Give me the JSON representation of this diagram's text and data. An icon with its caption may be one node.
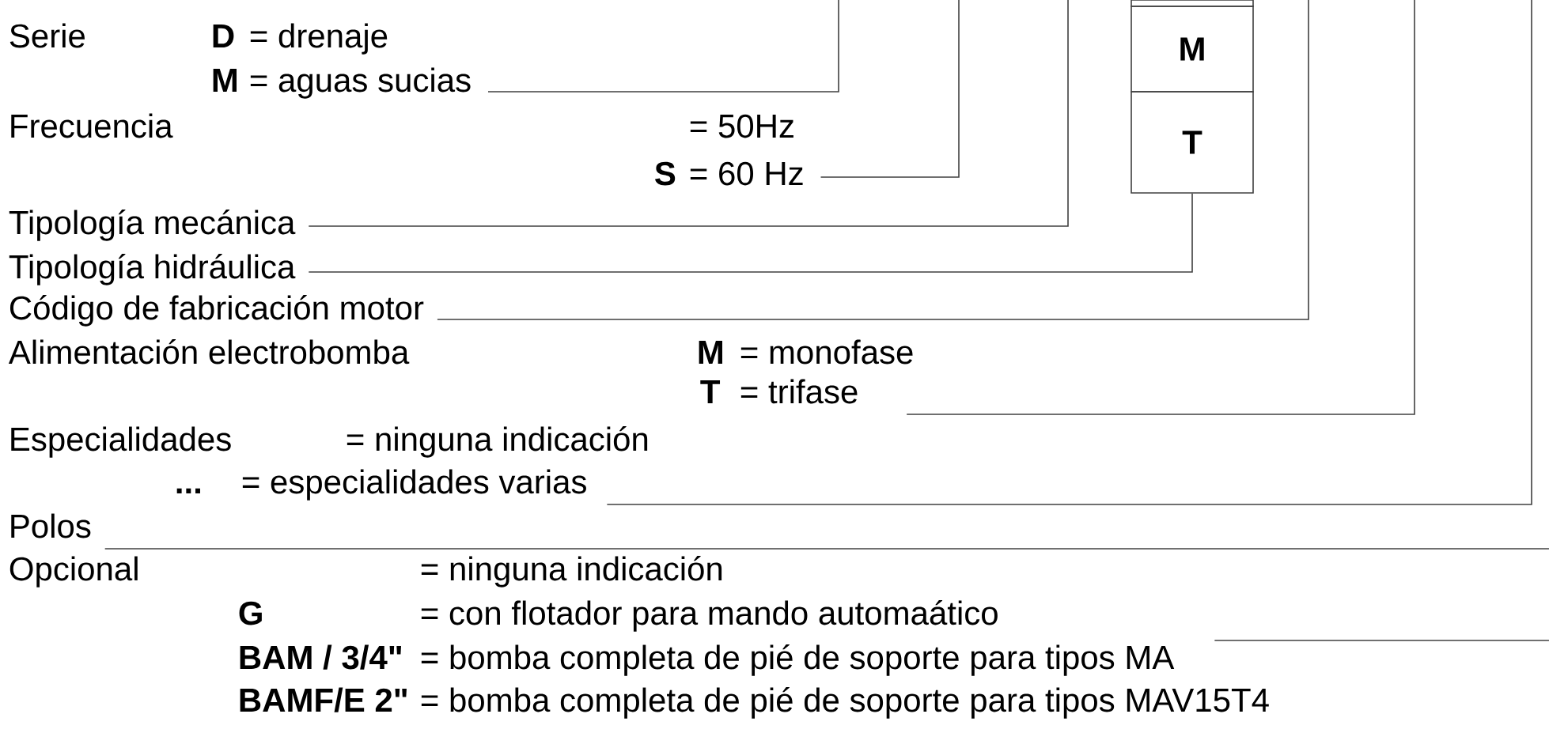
{
  "diagram": {
    "nodes": [
      {
        "text": [],
        "shape": "box"
      },
      {
        "text": [
          "M"
        ]
      },
      {
        "text": [
          "T"
        ]
      },
      {
        "text": [
          "= aguas sucias"
        ]
      },
      {
        "text": [
          "= 60 Hz"
        ]
      },
      {
        "text": [
          "Tipología mecánica"
        ]
      },
      {
        "text": [
          "Tipología hidráulica"
        ]
      },
      {
        "text": [
          "Código de fabricación motor"
        ]
      },
      {
        "text": [
          "= trifase"
        ]
      },
      {
        "text": [
          "= especialidades varias"
        ]
      },
      {
        "text": [
          "Polos"
        ]
      },
      {
        "text": [
          "= bomba completa de pié de soporte para tipos MA"
        ]
      }
    ],
    "edges": [
      {
        "from": 3,
        "to": null,
        "arrow": "none"
      },
      {
        "from": 4,
        "to": null,
        "arrow": "none"
      },
      {
        "from": 5,
        "to": null,
        "arrow": "none"
      },
      {
        "from": 6,
        "to": 2,
        "arrow": "none"
      },
      {
        "from": 7,
        "to": null,
        "arrow": "none"
      },
      {
        "from": 8,
        "to": null,
        "arrow": "none"
      },
      {
        "from": 9,
        "to": null,
        "arrow": "none"
      },
      {
        "from": 10,
        "to": null,
        "arrow": "none"
      },
      {
        "from": 11,
        "to": null,
        "arrow": "none"
      }
    ],
    "labels": [
      "Serie",
      "D",
      "= drenaje",
      "M",
      "Frecuencia",
      "= 50Hz",
      "S",
      "Alimentación electrobomba",
      "M",
      "= monofase",
      "T",
      "Especialidades",
      "= ninguna indicación",
      "...",
      "Opcional",
      "= ninguna indicación",
      "G",
      "= con flotador para mando automaático",
      "BAM / 3/4\"",
      "BAMF/E 2\"",
      "= bomba completa de pié de soporte para tipos MAV15T4"
    ]
  }
}
